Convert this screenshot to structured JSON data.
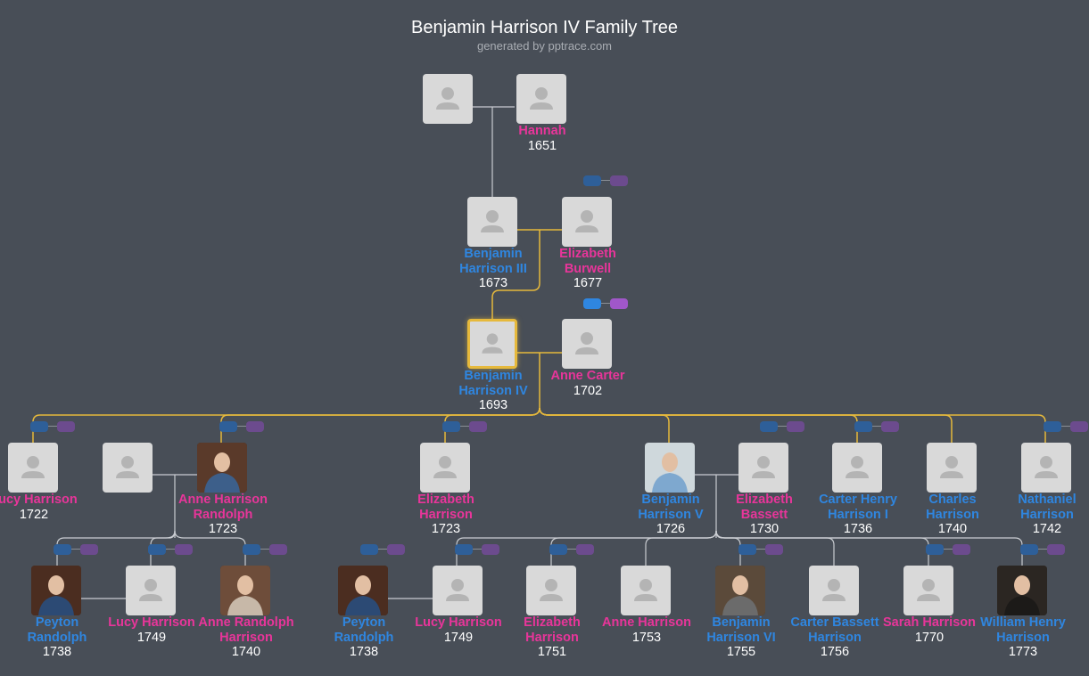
{
  "header": {
    "title": "Benjamin Harrison IV Family Tree",
    "subtitle": "generated by pptrace.com"
  },
  "colors": {
    "male": "#2f86e0",
    "female": "#e8359a",
    "line": "#c9ccd1",
    "highlight_line": "#e6b93c",
    "background": "#484e57"
  },
  "people": [
    {
      "id": "p_gf",
      "name": "",
      "year": "",
      "gender": "m"
    },
    {
      "id": "p_hannah",
      "name": "Hannah",
      "year": "1651",
      "gender": "f"
    },
    {
      "id": "p_b3",
      "name": "Benjamin Harrison III",
      "year": "1673",
      "gender": "m"
    },
    {
      "id": "p_eburwell",
      "name": "Elizabeth Burwell",
      "year": "1677",
      "gender": "f"
    },
    {
      "id": "p_b4",
      "name": "Benjamin Harrison IV",
      "year": "1693",
      "gender": "m",
      "selected": true
    },
    {
      "id": "p_acarter",
      "name": "Anne Carter",
      "year": "1702",
      "gender": "f"
    },
    {
      "id": "p_lucy1722",
      "name": "Lucy Harrison",
      "year": "1722",
      "gender": "f"
    },
    {
      "id": "p_anon",
      "name": "",
      "year": "",
      "gender": "m"
    },
    {
      "id": "p_ahr",
      "name": "Anne Harrison Randolph",
      "year": "1723",
      "gender": "f",
      "portrait": true
    },
    {
      "id": "p_eh1723",
      "name": "Elizabeth Harrison",
      "year": "1723",
      "gender": "f"
    },
    {
      "id": "p_b5",
      "name": "Benjamin Harrison V",
      "year": "1726",
      "gender": "m",
      "portrait": true
    },
    {
      "id": "p_ebassett",
      "name": "Elizabeth Bassett",
      "year": "1730",
      "gender": "f"
    },
    {
      "id": "p_chh1",
      "name": "Carter Henry Harrison I",
      "year": "1736",
      "gender": "m"
    },
    {
      "id": "p_ch1740",
      "name": "Charles Harrison",
      "year": "1740",
      "gender": "m"
    },
    {
      "id": "p_nh1742",
      "name": "Nathaniel Harrison",
      "year": "1742",
      "gender": "m"
    },
    {
      "id": "p_pr1738a",
      "name": "Peyton Randolph",
      "year": "1738",
      "gender": "m",
      "portrait": true
    },
    {
      "id": "p_lh1749a",
      "name": "Lucy Harrison",
      "year": "1749",
      "gender": "f"
    },
    {
      "id": "p_arh1740",
      "name": "Anne Randolph Harrison",
      "year": "1740",
      "gender": "f",
      "portrait": true
    },
    {
      "id": "p_pr1738b",
      "name": "Peyton Randolph",
      "year": "1738",
      "gender": "m",
      "portrait": true
    },
    {
      "id": "p_lh1749b",
      "name": "Lucy Harrison",
      "year": "1749",
      "gender": "f"
    },
    {
      "id": "p_eh1751",
      "name": "Elizabeth Harrison",
      "year": "1751",
      "gender": "f"
    },
    {
      "id": "p_ah1753",
      "name": "Anne Harrison",
      "year": "1753",
      "gender": "f"
    },
    {
      "id": "p_b6",
      "name": "Benjamin Harrison VI",
      "year": "1755",
      "gender": "m",
      "portrait": true
    },
    {
      "id": "p_cbh1756",
      "name": "Carter Bassett Harrison",
      "year": "1756",
      "gender": "m"
    },
    {
      "id": "p_sh1770",
      "name": "Sarah Harrison",
      "year": "1770",
      "gender": "f"
    },
    {
      "id": "p_whh1773",
      "name": "William Henry Harrison",
      "year": "1773",
      "gender": "m",
      "portrait": true
    }
  ]
}
